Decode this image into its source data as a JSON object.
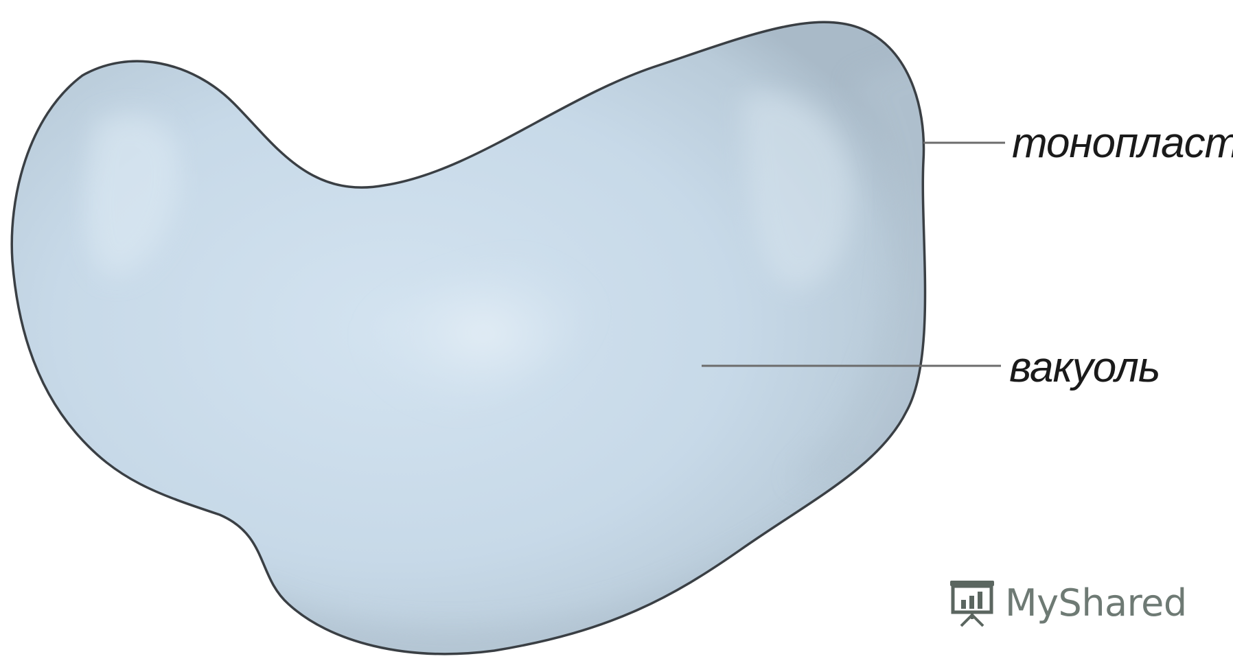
{
  "labels": {
    "tonoplast": "тонопласт",
    "vacuole": "вакуоль"
  },
  "watermark": {
    "text": "MyShared",
    "icon": "presentation-chart-icon"
  },
  "colors": {
    "vacuole_fill": "#c9dbe9",
    "vacuole_highlight": "#e1ecf5",
    "vacuole_shade": "#aebfcd",
    "membrane_stroke": "#3a3f44",
    "leader_line": "#6c6c6c",
    "watermark": "#6e7a74"
  }
}
